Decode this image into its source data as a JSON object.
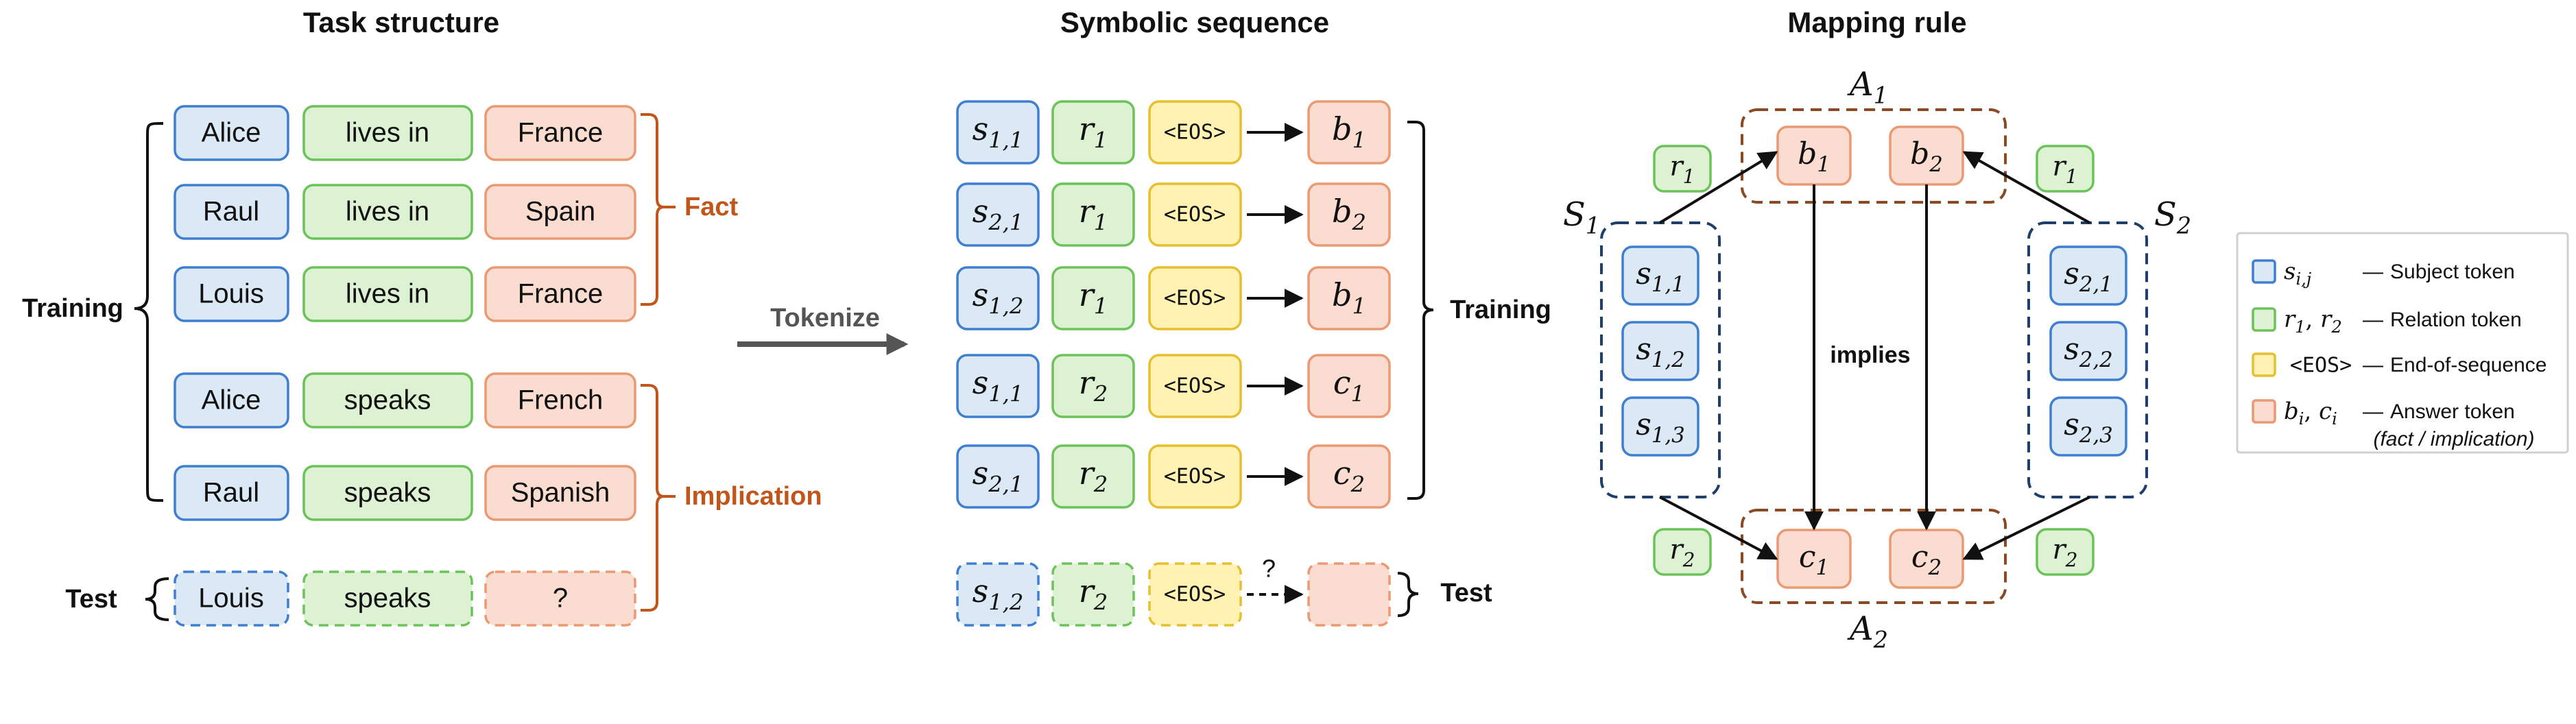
{
  "colors": {
    "subject_fill": "#dbe9f7",
    "subject_stroke": "#3f7fcf",
    "relation_fill": "#dcf2d2",
    "relation_stroke": "#6cc35a",
    "eos_fill": "#fff2b3",
    "eos_stroke": "#e6c030",
    "answer_fill": "#fbdcd0",
    "answer_stroke": "#ea9a72",
    "accent": "#c0561a",
    "cluster_subject": "#1f3f6b",
    "cluster_answer": "#8a4a24"
  },
  "task": {
    "title": "Task structure",
    "training_label": "Training",
    "test_label": "Test",
    "fact_label": "Fact",
    "implication_label": "Implication",
    "rows": [
      {
        "subject": "Alice",
        "relation": "lives in",
        "answer": "France"
      },
      {
        "subject": "Raul",
        "relation": "lives in",
        "answer": "Spain"
      },
      {
        "subject": "Louis",
        "relation": "lives in",
        "answer": "France"
      },
      {
        "subject": "Alice",
        "relation": "speaks",
        "answer": "French"
      },
      {
        "subject": "Raul",
        "relation": "speaks",
        "answer": "Spanish"
      }
    ],
    "test_row": {
      "subject": "Louis",
      "relation": "speaks",
      "answer": "?"
    }
  },
  "tokenize_label": "Tokenize",
  "sequence": {
    "title": "Symbolic sequence",
    "training_label": "Training",
    "test_label": "Test",
    "eos": "<EOS>",
    "rows": [
      {
        "s": "s",
        "s_sub": "1,1",
        "r": "r",
        "r_sub": "1",
        "a": "b",
        "a_sub": "1"
      },
      {
        "s": "s",
        "s_sub": "2,1",
        "r": "r",
        "r_sub": "1",
        "a": "b",
        "a_sub": "2"
      },
      {
        "s": "s",
        "s_sub": "1,2",
        "r": "r",
        "r_sub": "1",
        "a": "b",
        "a_sub": "1"
      },
      {
        "s": "s",
        "s_sub": "1,1",
        "r": "r",
        "r_sub": "2",
        "a": "c",
        "a_sub": "1"
      },
      {
        "s": "s",
        "s_sub": "2,1",
        "r": "r",
        "r_sub": "2",
        "a": "c",
        "a_sub": "2"
      }
    ],
    "test_row": {
      "s": "s",
      "s_sub": "1,2",
      "r": "r",
      "r_sub": "2",
      "question": "?"
    }
  },
  "mapping": {
    "title": "Mapping rule",
    "implies_label": "implies",
    "A1": {
      "sym": "A",
      "sub": "1"
    },
    "A2": {
      "sym": "A",
      "sub": "2"
    },
    "S1": {
      "sym": "S",
      "sub": "1"
    },
    "S2": {
      "sym": "S",
      "sub": "2"
    },
    "b_tokens": [
      {
        "sym": "b",
        "sub": "1"
      },
      {
        "sym": "b",
        "sub": "2"
      }
    ],
    "c_tokens": [
      {
        "sym": "c",
        "sub": "1"
      },
      {
        "sym": "c",
        "sub": "2"
      }
    ],
    "s1_tokens": [
      {
        "sym": "s",
        "sub": "1,1"
      },
      {
        "sym": "s",
        "sub": "1,2"
      },
      {
        "sym": "s",
        "sub": "1,3"
      }
    ],
    "s2_tokens": [
      {
        "sym": "s",
        "sub": "2,1"
      },
      {
        "sym": "s",
        "sub": "2,2"
      },
      {
        "sym": "s",
        "sub": "2,3"
      }
    ],
    "r1_tag": {
      "sym": "r",
      "sub": "1"
    },
    "r2_tag": {
      "sym": "r",
      "sub": "2"
    }
  },
  "legend": {
    "items": [
      {
        "kind": "subject",
        "sym": "s",
        "sub": "i,j",
        "desc": "Subject token"
      },
      {
        "kind": "relation",
        "sym": "r",
        "sub": "1",
        "sym2": "r",
        "sub2": "2",
        "desc": "Relation token"
      },
      {
        "kind": "eos",
        "code": "<EOS>",
        "desc": "End-of-sequence"
      },
      {
        "kind": "answer",
        "sym": "b",
        "sub": "i",
        "sym2": "c",
        "sub2": "i",
        "desc": "Answer token"
      }
    ],
    "answer_note": "(fact / implication)",
    "dash": "—"
  }
}
